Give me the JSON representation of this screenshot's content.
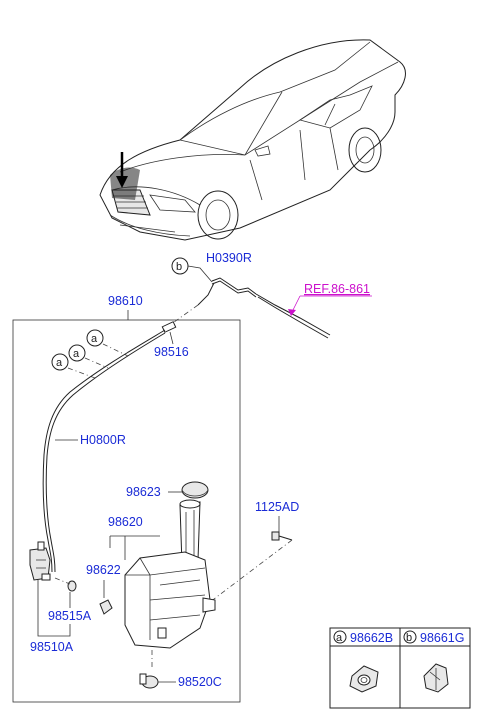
{
  "labels": {
    "h0390r": "H0390R",
    "ref": "REF.86-861",
    "p98610": "98610",
    "p98516": "98516",
    "h0800r": "H0800R",
    "p98623": "98623",
    "p1125ad": "1125AD",
    "p98620": "98620",
    "p98622": "98622",
    "p98515a": "98515A",
    "p98510a": "98510A",
    "p98520c": "98520C"
  },
  "callouts": {
    "a": "a",
    "b": "b"
  },
  "legend": {
    "a_letter": "a",
    "a_part": "98662B",
    "b_letter": "b",
    "b_part": "98661G"
  }
}
